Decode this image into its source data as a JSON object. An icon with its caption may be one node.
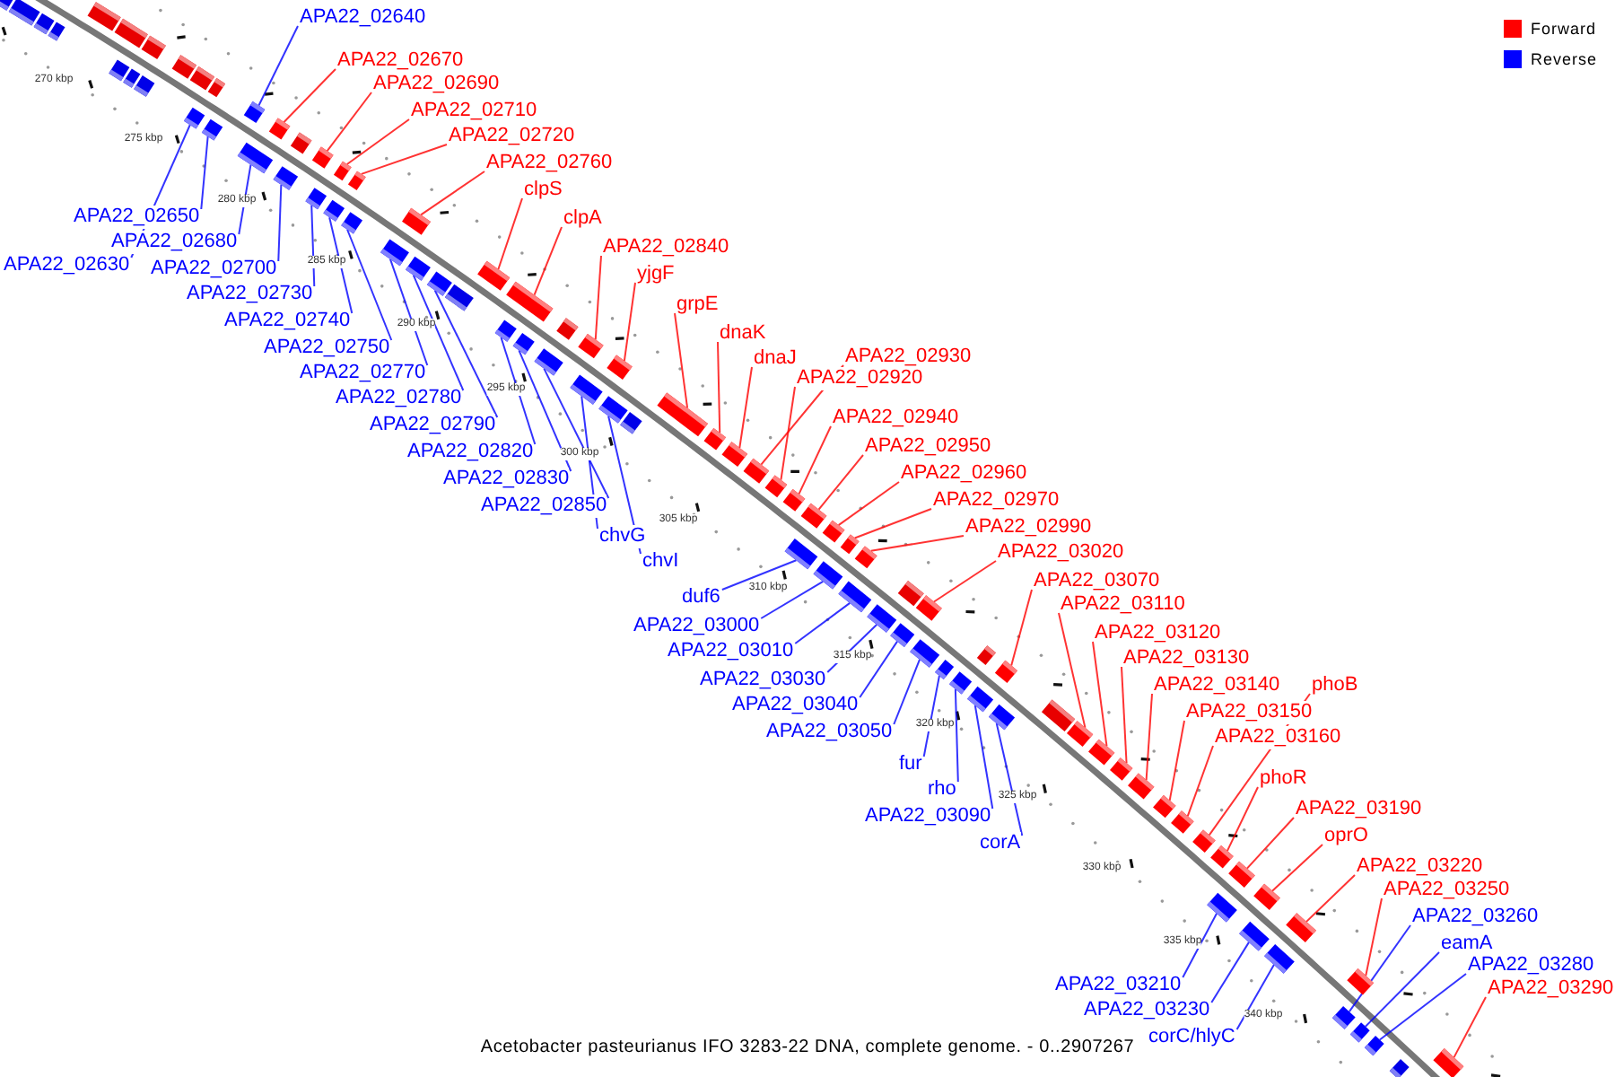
{
  "diagram": {
    "caption": "Acetobacter pasteurianus IFO 3283-22 DNA, complete genome. - 0..2907267",
    "nodes": [
      {
        "text": [
          "APA22_02640"
        ]
      },
      {
        "text": [
          "APA22_02670"
        ]
      },
      {
        "text": [
          "APA22_02690"
        ]
      },
      {
        "text": [
          "APA22_02710"
        ]
      },
      {
        "text": [
          "APA22_02720"
        ]
      },
      {
        "text": [
          "APA22_02760"
        ]
      },
      {
        "text": [
          "clpS"
        ]
      },
      {
        "text": [
          "APA22_02650"
        ]
      },
      {
        "text": [
          "clpA"
        ]
      },
      {
        "text": [
          "APA22_02680"
        ]
      },
      {
        "text": [
          "APA22_02840"
        ]
      },
      {
        "text": [
          "APA22_02630"
        ]
      },
      {
        "text": [
          "APA22_02700"
        ]
      },
      {
        "text": [
          "yjgF"
        ]
      },
      {
        "text": [
          "APA22_02730"
        ]
      },
      {
        "text": [
          "grpE"
        ]
      },
      {
        "text": [
          "APA22_02740"
        ]
      },
      {
        "text": [
          "dnaK"
        ]
      },
      {
        "text": [
          "APA22_02750"
        ]
      },
      {
        "text": [
          "APA22_02930"
        ]
      },
      {
        "text": [
          "dnaJ"
        ]
      },
      {
        "text": [
          "APA22_02770"
        ]
      },
      {
        "text": [
          "APA22_02920"
        ]
      },
      {
        "text": [
          "APA22_02780"
        ]
      },
      {
        "text": [
          "APA22_02940"
        ]
      },
      {
        "text": [
          "APA22_02790"
        ]
      },
      {
        "text": [
          "APA22_02950"
        ]
      },
      {
        "text": [
          "APA22_02820"
        ]
      },
      {
        "text": [
          "APA22_02960"
        ]
      },
      {
        "text": [
          "APA22_02830"
        ]
      },
      {
        "text": [
          "APA22_02970"
        ]
      },
      {
        "text": [
          "APA22_02850"
        ]
      },
      {
        "text": [
          "APA22_02990"
        ]
      },
      {
        "text": [
          "chvG"
        ]
      },
      {
        "text": [
          "APA22_03020"
        ]
      },
      {
        "text": [
          "chvI"
        ]
      },
      {
        "text": [
          "APA22_03070"
        ]
      },
      {
        "text": [
          "duf6"
        ]
      },
      {
        "text": [
          "APA22_03110"
        ]
      },
      {
        "text": [
          "APA22_03000"
        ]
      },
      {
        "text": [
          "APA22_03120"
        ]
      },
      {
        "text": [
          "APA22_03010"
        ]
      },
      {
        "text": [
          "APA22_03130"
        ]
      },
      {
        "text": [
          "APA22_03030"
        ]
      },
      {
        "text": [
          "APA22_03140"
        ]
      },
      {
        "text": [
          "phoB"
        ]
      },
      {
        "text": [
          "APA22_03040"
        ]
      },
      {
        "text": [
          "APA22_03150"
        ]
      },
      {
        "text": [
          "APA22_03050"
        ]
      },
      {
        "text": [
          "APA22_03160"
        ]
      },
      {
        "text": [
          "fur"
        ]
      },
      {
        "text": [
          "phoR"
        ]
      },
      {
        "text": [
          "rho"
        ]
      },
      {
        "text": [
          "APA22_03190"
        ]
      },
      {
        "text": [
          "APA22_03090"
        ]
      },
      {
        "text": [
          "oprO"
        ]
      },
      {
        "text": [
          "corA"
        ]
      },
      {
        "text": [
          "APA22_03220"
        ]
      },
      {
        "text": [
          "APA22_03250"
        ]
      },
      {
        "text": [
          "APA22_03260"
        ]
      },
      {
        "text": [
          "eamA"
        ]
      },
      {
        "text": [
          "APA22_03280"
        ]
      },
      {
        "text": [
          "APA22_03210"
        ]
      },
      {
        "text": [
          "APA22_03290"
        ]
      },
      {
        "text": [
          "APA22_03230"
        ]
      },
      {
        "text": [
          "corC/hlyC"
        ]
      },
      {
        "text": [],
        "shape": "bar"
      },
      {
        "text": [],
        "shape": "bar"
      },
      {
        "text": [],
        "shape": "bar"
      },
      {
        "text": [],
        "shape": "bar"
      },
      {
        "text": [],
        "shape": "bar"
      },
      {
        "text": [],
        "shape": "bar"
      },
      {
        "text": [],
        "shape": "bar"
      },
      {
        "text": [],
        "shape": "bar"
      },
      {
        "text": [],
        "shape": "bar"
      },
      {
        "text": [],
        "shape": "bar"
      },
      {
        "text": [],
        "shape": "bar"
      },
      {
        "text": [],
        "shape": "bar"
      },
      {
        "text": [],
        "shape": "bar"
      },
      {
        "text": [],
        "shape": "bar"
      },
      {
        "text": [],
        "shape": "bar"
      },
      {
        "text": [],
        "shape": "bar"
      },
      {
        "text": [],
        "shape": "bar"
      },
      {
        "text": [],
        "shape": "bar"
      },
      {
        "text": [],
        "shape": "bar"
      },
      {
        "text": [],
        "shape": "bar"
      },
      {
        "text": [],
        "shape": "bar"
      },
      {
        "text": [],
        "shape": "bar"
      },
      {
        "text": [],
        "shape": "bar"
      },
      {
        "text": [],
        "shape": "bar"
      },
      {
        "text": [],
        "shape": "bar"
      },
      {
        "text": [],
        "shape": "bar"
      },
      {
        "text": [],
        "shape": "bar"
      },
      {
        "text": [],
        "shape": "bar"
      },
      {
        "text": [],
        "shape": "bar"
      },
      {
        "text": [],
        "shape": "bar"
      },
      {
        "text": [],
        "shape": "bar"
      },
      {
        "text": [],
        "shape": "bar"
      },
      {
        "text": [],
        "shape": "bar"
      },
      {
        "text": [],
        "shape": "bar"
      },
      {
        "text": [],
        "shape": "bar"
      },
      {
        "text": [],
        "shape": "bar"
      },
      {
        "text": [],
        "shape": "bar"
      },
      {
        "text": [],
        "shape": "bar"
      },
      {
        "text": [],
        "shape": "bar"
      },
      {
        "text": [],
        "shape": "bar"
      },
      {
        "text": [],
        "shape": "bar"
      },
      {
        "text": [],
        "shape": "bar"
      },
      {
        "text": [],
        "shape": "bar"
      },
      {
        "text": [],
        "shape": "bar"
      },
      {
        "text": [],
        "shape": "bar"
      },
      {
        "text": [],
        "shape": "bar"
      },
      {
        "text": [],
        "shape": "bar"
      },
      {
        "text": [],
        "shape": "bar"
      },
      {
        "text": [],
        "shape": "bar"
      },
      {
        "text": [],
        "shape": "bar"
      },
      {
        "text": [],
        "shape": "bar"
      },
      {
        "text": [],
        "shape": "bar"
      },
      {
        "text": [],
        "shape": "bar"
      },
      {
        "text": [],
        "shape": "bar"
      },
      {
        "text": [],
        "shape": "bar"
      },
      {
        "text": [],
        "shape": "bar"
      },
      {
        "text": [],
        "shape": "bar"
      },
      {
        "text": [],
        "shape": "bar"
      },
      {
        "text": [],
        "shape": "bar"
      },
      {
        "text": [],
        "shape": "bar"
      },
      {
        "text": [],
        "shape": "bar"
      },
      {
        "text": [],
        "shape": "bar"
      },
      {
        "text": [],
        "shape": "bar"
      },
      {
        "text": [],
        "shape": "bar"
      },
      {
        "text": [],
        "shape": "bar"
      },
      {
        "text": [],
        "shape": "bar"
      }
    ],
    "edges": [
      {
        "from": 0,
        "to": 70,
        "arrow": "none",
        "color": "#0000ff"
      },
      {
        "from": 1,
        "to": 69,
        "arrow": "none",
        "color": "#ff0000"
      },
      {
        "from": 2,
        "to": 72,
        "arrow": "none",
        "color": "#ff0000"
      },
      {
        "from": 3,
        "to": 74,
        "arrow": "none",
        "color": "#ff0000"
      },
      {
        "from": 4,
        "to": 75,
        "arrow": "none",
        "color": "#ff0000"
      },
      {
        "from": 5,
        "to": 79,
        "arrow": "none",
        "color": "#ff0000"
      },
      {
        "from": 6,
        "to": 82,
        "arrow": "none",
        "color": "#ff0000"
      },
      {
        "from": 7,
        "to": 67,
        "arrow": "none",
        "color": "#0000ff"
      },
      {
        "from": 8,
        "to": 84,
        "arrow": "none",
        "color": "#ff0000"
      },
      {
        "from": 9,
        "to": 68,
        "arrow": "none",
        "color": "#0000ff"
      },
      {
        "from": 10,
        "to": 87,
        "arrow": "none",
        "color": "#ff0000"
      },
      {
        "from": 11,
        "to": 66,
        "arrow": "none",
        "color": "#0000ff"
      },
      {
        "from": 12,
        "to": 71,
        "arrow": "none",
        "color": "#0000ff"
      },
      {
        "from": 13,
        "to": 89,
        "arrow": "none",
        "color": "#ff0000"
      },
      {
        "from": 14,
        "to": 73,
        "arrow": "none",
        "color": "#0000ff"
      },
      {
        "from": 15,
        "to": 91,
        "arrow": "none",
        "color": "#ff0000"
      },
      {
        "from": 16,
        "to": 76,
        "arrow": "none",
        "color": "#0000ff"
      },
      {
        "from": 17,
        "to": 92,
        "arrow": "none",
        "color": "#ff0000"
      },
      {
        "from": 18,
        "to": 77,
        "arrow": "none",
        "color": "#0000ff"
      },
      {
        "from": 19,
        "to": 94,
        "arrow": "none",
        "color": "#ff0000"
      },
      {
        "from": 20,
        "to": 93,
        "arrow": "none",
        "color": "#ff0000"
      },
      {
        "from": 21,
        "to": 78,
        "arrow": "none",
        "color": "#0000ff"
      },
      {
        "from": 22,
        "to": 95,
        "arrow": "none",
        "color": "#ff0000"
      },
      {
        "from": 23,
        "to": 80,
        "arrow": "none",
        "color": "#0000ff"
      },
      {
        "from": 24,
        "to": 96,
        "arrow": "none",
        "color": "#ff0000"
      },
      {
        "from": 25,
        "to": 81,
        "arrow": "none",
        "color": "#0000ff"
      },
      {
        "from": 26,
        "to": 97,
        "arrow": "none",
        "color": "#ff0000"
      },
      {
        "from": 27,
        "to": 83,
        "arrow": "none",
        "color": "#0000ff"
      },
      {
        "from": 28,
        "to": 99,
        "arrow": "none",
        "color": "#ff0000"
      },
      {
        "from": 29,
        "to": 85,
        "arrow": "none",
        "color": "#0000ff"
      },
      {
        "from": 30,
        "to": 100,
        "arrow": "none",
        "color": "#ff0000"
      },
      {
        "from": 31,
        "to": 86,
        "arrow": "none",
        "color": "#0000ff"
      },
      {
        "from": 32,
        "to": 102,
        "arrow": "none",
        "color": "#ff0000"
      },
      {
        "from": 33,
        "to": 88,
        "arrow": "none",
        "color": "#0000ff"
      },
      {
        "from": 34,
        "to": 106,
        "arrow": "none",
        "color": "#ff0000"
      },
      {
        "from": 35,
        "to": 90,
        "arrow": "none",
        "color": "#0000ff"
      },
      {
        "from": 36,
        "to": 111,
        "arrow": "none",
        "color": "#ff0000"
      },
      {
        "from": 37,
        "to": 98,
        "arrow": "none",
        "color": "#0000ff"
      },
      {
        "from": 38,
        "to": 113,
        "arrow": "none",
        "color": "#ff0000"
      },
      {
        "from": 39,
        "to": 101,
        "arrow": "none",
        "color": "#0000ff"
      },
      {
        "from": 40,
        "to": 114,
        "arrow": "none",
        "color": "#ff0000"
      },
      {
        "from": 41,
        "to": 103,
        "arrow": "none",
        "color": "#0000ff"
      },
      {
        "from": 42,
        "to": 115,
        "arrow": "none",
        "color": "#ff0000"
      },
      {
        "from": 43,
        "to": 104,
        "arrow": "none",
        "color": "#0000ff"
      },
      {
        "from": 44,
        "to": 116,
        "arrow": "none",
        "color": "#ff0000"
      },
      {
        "from": 45,
        "to": 119,
        "arrow": "none",
        "color": "#ff0000"
      },
      {
        "from": 46,
        "to": 105,
        "arrow": "none",
        "color": "#0000ff"
      },
      {
        "from": 47,
        "to": 117,
        "arrow": "none",
        "color": "#ff0000"
      },
      {
        "from": 48,
        "to": 107,
        "arrow": "none",
        "color": "#0000ff"
      },
      {
        "from": 49,
        "to": 118,
        "arrow": "none",
        "color": "#ff0000"
      },
      {
        "from": 50,
        "to": 108,
        "arrow": "none",
        "color": "#0000ff"
      },
      {
        "from": 51,
        "to": 120,
        "arrow": "none",
        "color": "#ff0000"
      },
      {
        "from": 52,
        "to": 109,
        "arrow": "none",
        "color": "#0000ff"
      },
      {
        "from": 53,
        "to": 121,
        "arrow": "none",
        "color": "#ff0000"
      },
      {
        "from": 54,
        "to": 110,
        "arrow": "none",
        "color": "#0000ff"
      },
      {
        "from": 55,
        "to": 123,
        "arrow": "none",
        "color": "#ff0000"
      },
      {
        "from": 56,
        "to": 112,
        "arrow": "none",
        "color": "#0000ff"
      },
      {
        "from": 57,
        "to": 125,
        "arrow": "none",
        "color": "#ff0000"
      },
      {
        "from": 58,
        "to": 127,
        "arrow": "none",
        "color": "#ff0000"
      },
      {
        "from": 59,
        "to": 128,
        "arrow": "none",
        "color": "#0000ff"
      },
      {
        "from": 60,
        "to": 129,
        "arrow": "none",
        "color": "#0000ff"
      },
      {
        "from": 61,
        "to": 131,
        "arrow": "none",
        "color": "#0000ff"
      },
      {
        "from": 62,
        "to": 122,
        "arrow": "none",
        "color": "#0000ff"
      },
      {
        "from": 63,
        "to": 130,
        "arrow": "none",
        "color": "#ff0000"
      },
      {
        "from": 64,
        "to": 124,
        "arrow": "none",
        "color": "#0000ff"
      },
      {
        "from": 65,
        "to": 126,
        "arrow": "none",
        "color": "#0000ff"
      }
    ],
    "labels": [
      "270 kbp",
      "275 kbp",
      "280 kbp",
      "285 kbp",
      "290 kbp",
      "295 kbp",
      "300 kbp",
      "305 kbp",
      "310 kbp",
      "315 kbp",
      "320 kbp",
      "325 kbp",
      "330 kbp",
      "335 kbp",
      "340 kbp"
    ],
    "legend": [
      {
        "text": "Forward",
        "color": "#ff0000"
      },
      {
        "text": "Reverse",
        "color": "#0000ff"
      }
    ]
  }
}
